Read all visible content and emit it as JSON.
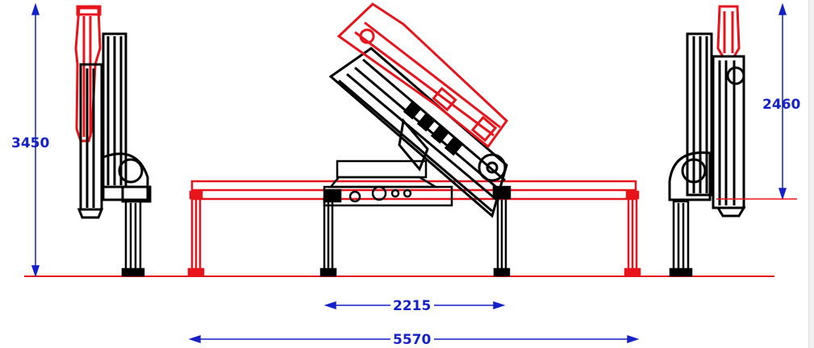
{
  "dimensions": {
    "total_height": "3450",
    "folded_height": "2460",
    "inner_outrigger_span": "2215",
    "outer_outrigger_span": "5570"
  },
  "colors": {
    "crane_outline": "#000000",
    "outrigger_red": "#e8141c",
    "dimension_blue": "#1420c8",
    "background": "#ffffff"
  }
}
